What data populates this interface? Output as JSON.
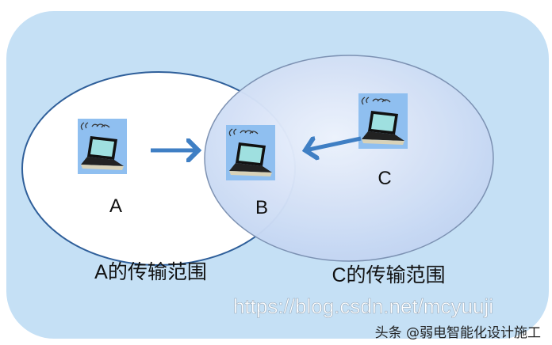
{
  "nodes": [
    {
      "id": "A",
      "label": "A"
    },
    {
      "id": "B",
      "label": "B"
    },
    {
      "id": "C",
      "label": "C"
    }
  ],
  "ranges": {
    "a_label": "A的传输范围",
    "c_label": "C的传输范围"
  },
  "edges": [
    {
      "from": "A",
      "to": "B"
    },
    {
      "from": "C",
      "to": "B"
    }
  ],
  "watermark": {
    "url": "https://blog.csdn.net/mcyuuji",
    "credit": "头条 @弱电智能化设计施工"
  },
  "colors": {
    "background": "#c5e0f5",
    "range_a_fill": "#ffffff",
    "range_a_stroke": "#2f5f9a",
    "range_c_fill": "#d6e4f8",
    "arrow": "#3f7fc4"
  }
}
